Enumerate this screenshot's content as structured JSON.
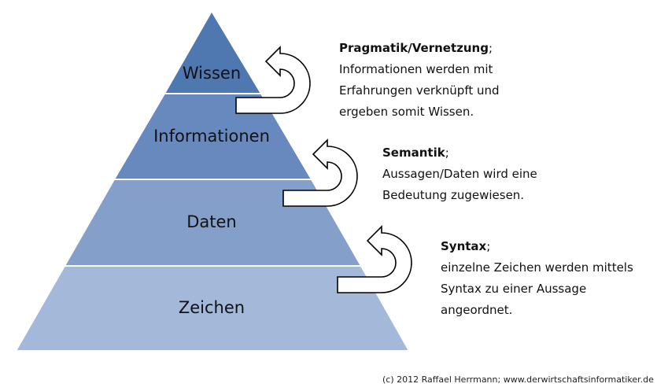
{
  "pyramid": {
    "levels": [
      {
        "label": "Wissen",
        "color": "#4f78b0"
      },
      {
        "label": "Informationen",
        "color": "#6889bd"
      },
      {
        "label": "Daten",
        "color": "#849fca"
      },
      {
        "label": "Zeichen",
        "color": "#a4b8da"
      }
    ]
  },
  "descriptions": {
    "pragmatik": {
      "title": "Pragmatik/Vernetzung",
      "line1": "Informationen werden mit",
      "line2": "Erfahrungen verknüpft und",
      "line3": "ergeben somit Wissen."
    },
    "semantik": {
      "title": "Semantik",
      "line1": "Aussagen/Daten wird eine",
      "line2": "Bedeutung zugewiesen."
    },
    "syntax": {
      "title": "Syntax",
      "line1": "einzelne Zeichen werden mittels",
      "line2": "Syntax zu einer Aussage",
      "line3": "angeordnet."
    }
  },
  "footer": {
    "copyright": "(c) 2012 Raffael Herrmann; www.derwirtschaftsinformatiker.de"
  },
  "arrow_icon": "curved-u-turn-arrow"
}
